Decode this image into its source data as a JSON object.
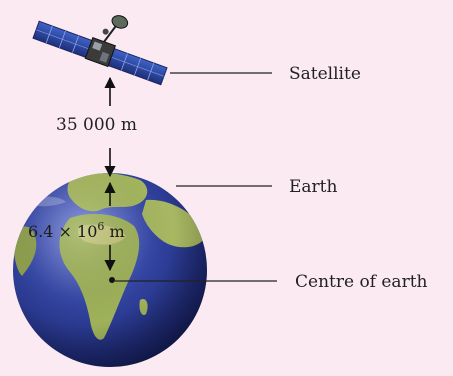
{
  "labels": {
    "satellite": "Satellite",
    "earth": "Earth",
    "centre": "Centre of earth"
  },
  "measurements": {
    "altitude": "35 000 m",
    "radius_prefix": "6.4 × 10",
    "radius_exponent": "6",
    "radius_unit": " m"
  },
  "colors": {
    "background": "#fbeaf2",
    "ocean": "#2a3a9a",
    "land": "#a8b860",
    "panel": "#2d4aa0",
    "line": "#222222"
  }
}
